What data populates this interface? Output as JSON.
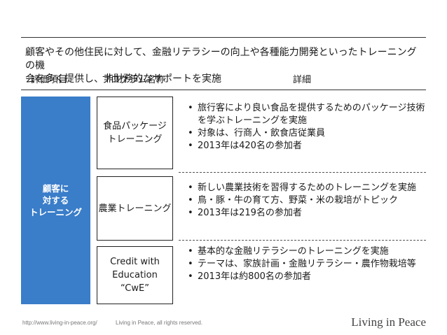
{
  "intro": {
    "line1": "顧客やその他住民に対して、金融リテラシーの向上や各種能力開発といったトレーニングの機",
    "line2": "会を多く提供し、非財務的なサポートを実施"
  },
  "headers": {
    "item": "評価項目",
    "program": "プログラム名称",
    "detail": "詳細"
  },
  "sidebar": {
    "lines": [
      "顧客に",
      "対する",
      "トレーニング"
    ],
    "color": "#3a7dc9"
  },
  "programs": [
    {
      "name_lines": [
        "食品パッケージ",
        "トレーニング"
      ],
      "details": [
        "旅行客により良い食品を提供するためのパッケージ技術を学ぶトレーニングを実施",
        "対象は、行商人・飲食店従業員",
        "2013年は420名の参加者"
      ]
    },
    {
      "name_lines": [
        "農業トレーニング"
      ],
      "details": [
        "新しい農業技術を習得するためのトレーニングを実施",
        "鳥・豚・牛の育て方、野菜・米の栽培がトピック",
        "2013年は219名の参加者"
      ]
    },
    {
      "name_lines": [
        "Credit with",
        "Education “CwE”"
      ],
      "details": [
        "基本的な金融リテラシーのトレーニングを実施",
        "テーマは、家族計画・金融リテラシー・農作物栽培等",
        "2013年は約800名の参加者"
      ]
    }
  ],
  "footer": {
    "url": "http://www.living-in-peace.org/",
    "rights": "Living in Peace, all rights reserved.",
    "brand": "Living in Peace"
  }
}
